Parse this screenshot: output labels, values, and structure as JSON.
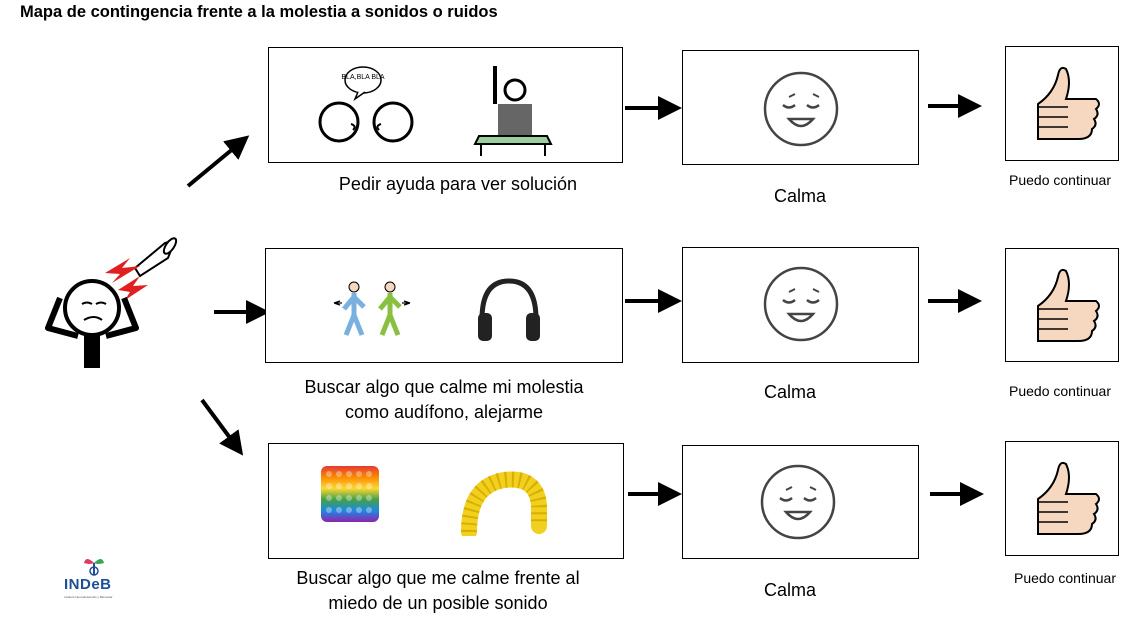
{
  "title": "Mapa de contingencia frente a la molestia a sonidos o ruidos",
  "rows": [
    {
      "action": "Pedir ayuda para ver solución",
      "result": "Calma",
      "outcome": "Puedo continuar"
    },
    {
      "action_line1": "Buscar algo que calme mi molestia",
      "action_line2": "como audífono, alejarme",
      "result": "Calma",
      "outcome": "Puedo continuar"
    },
    {
      "action_line1": "Buscar algo que me calme frente al",
      "action_line2": "miedo de un posible sonido",
      "result": "Calma",
      "outcome": "Puedo continuar"
    }
  ],
  "speech_bubble": "BLA,BLA BLA",
  "logo": {
    "text": "INDeB",
    "subtitle": "Instituto Neurodesarrollo y Bienestar"
  },
  "icons": [
    "distressed-person-icon",
    "horn-icon",
    "lightning-icon",
    "talking-heads-icon",
    "raised-hand-student-icon",
    "walking-away-icon",
    "headphones-icon",
    "pop-it-toy-icon",
    "pop-tube-toy-icon",
    "calm-face-icon",
    "thumbs-up-icon"
  ],
  "colors": {
    "lightning": "#e02020",
    "skin": "#f6d8c0",
    "desk": "#9ad0a0",
    "headphones": "#222222",
    "tube": "#f2d020"
  }
}
